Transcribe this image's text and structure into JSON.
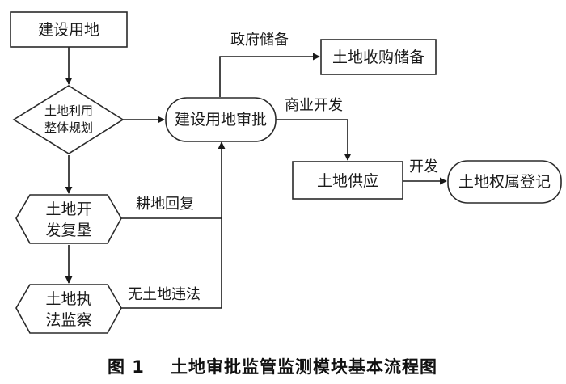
{
  "nodes": {
    "land_use": "建设用地",
    "overall_plan_line1": "土地利用",
    "overall_plan_line2": "整体规划",
    "dev_reclaim_line1": "土地开",
    "dev_reclaim_line2": "发复垦",
    "enforce_line1": "土地执",
    "enforce_line2": "法监察",
    "approval": "建设用地审批",
    "acquisition_reserve": "土地收购储备",
    "supply": "土地供应",
    "registration": "土地权属登记"
  },
  "edges": {
    "government_reserve": "政府储备",
    "commercial_dev": "商业开发",
    "development": "开发",
    "farmland_restore": "耕地回复",
    "no_violation": "无土地违法"
  },
  "caption": {
    "label": "图 1",
    "title": "土地审批监管监测模块基本流程图"
  }
}
